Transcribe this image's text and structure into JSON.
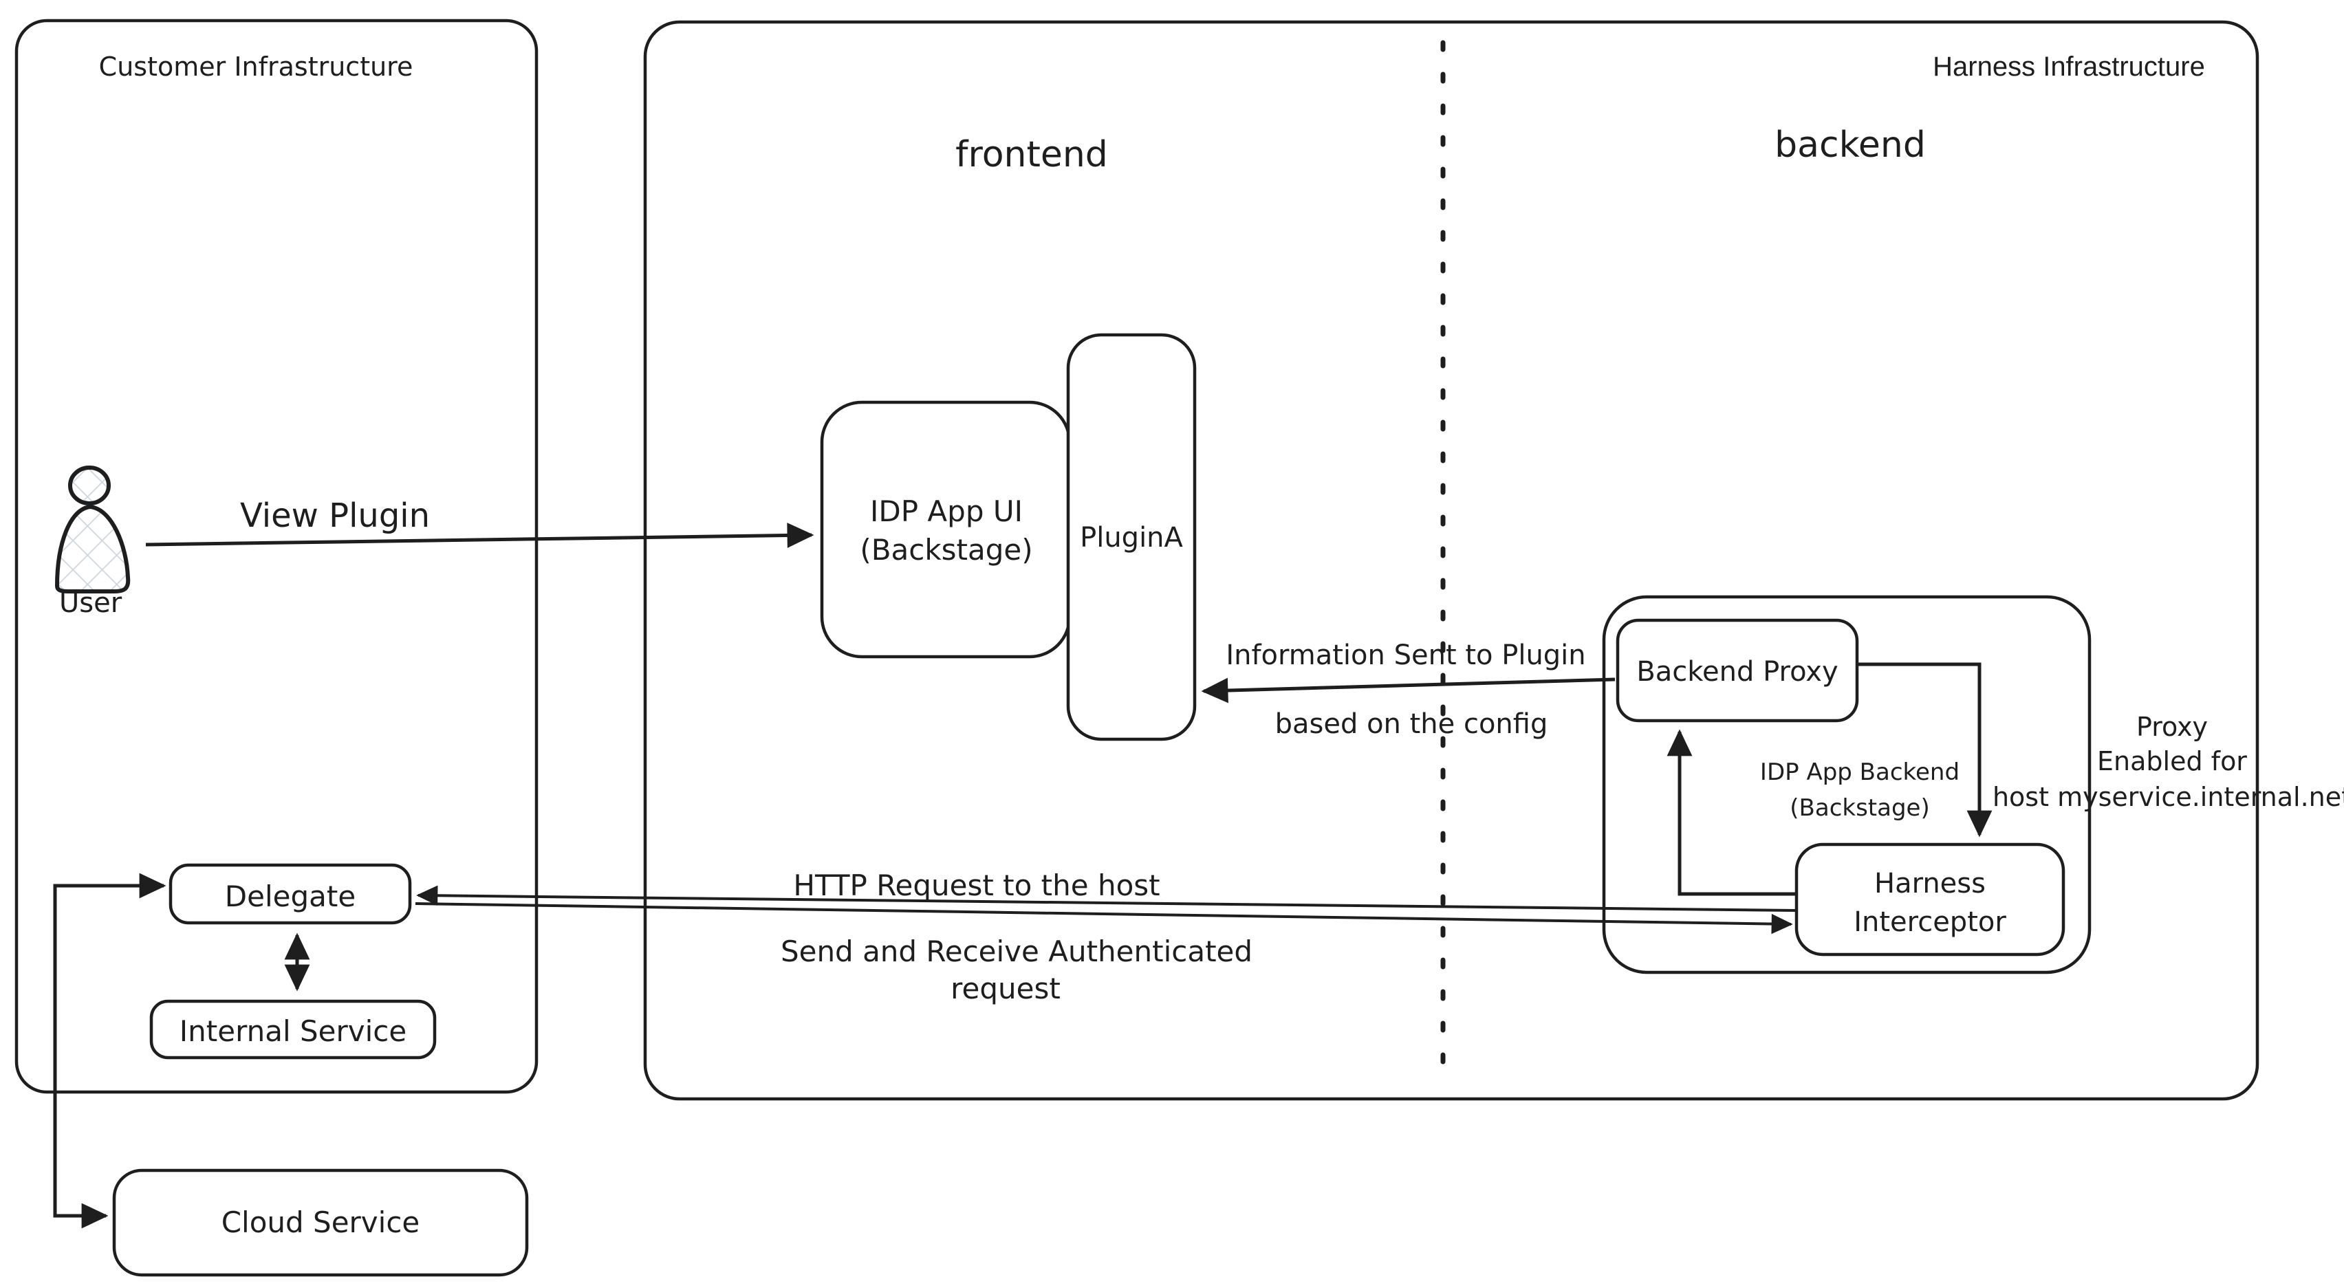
{
  "diagram": {
    "zones": {
      "customer": {
        "label": "Customer Infrastructure"
      },
      "harness": {
        "label": "Harness Infrastructure"
      },
      "frontend": {
        "label": "frontend"
      },
      "backend": {
        "label": "backend"
      }
    },
    "nodes": {
      "user": {
        "label": "User"
      },
      "idp_app_ui": {
        "line1": "IDP App UI",
        "line2": "(Backstage)"
      },
      "plugin_a": {
        "label": "PluginA"
      },
      "backend_proxy": {
        "label": "Backend Proxy"
      },
      "idp_app_backend": {
        "line1": "IDP App Backend",
        "line2": "(Backstage)"
      },
      "harness_interceptor": {
        "line1": "Harness",
        "line2": "Interceptor"
      },
      "delegate": {
        "label": "Delegate"
      },
      "internal_service": {
        "label": "Internal Service"
      },
      "cloud_service": {
        "label": "Cloud Service"
      }
    },
    "edges": {
      "view_plugin": {
        "label": "View Plugin"
      },
      "information_sent": {
        "line1": "Information Sent to Plugin",
        "line2": "based on the config"
      },
      "http_request": {
        "label": "HTTP Request to the host"
      },
      "send_receive": {
        "line1": "Send and Receive Authenticated",
        "line2": "request"
      },
      "proxy_enabled": {
        "line1": "Proxy",
        "line2": "Enabled for",
        "line3": "host myservice.internal.net"
      }
    },
    "colors": {
      "stroke": "#1e1e1e",
      "service_fill": "#a6d9f7",
      "hatch": "#ccd6df",
      "background": "#ffffff"
    }
  }
}
